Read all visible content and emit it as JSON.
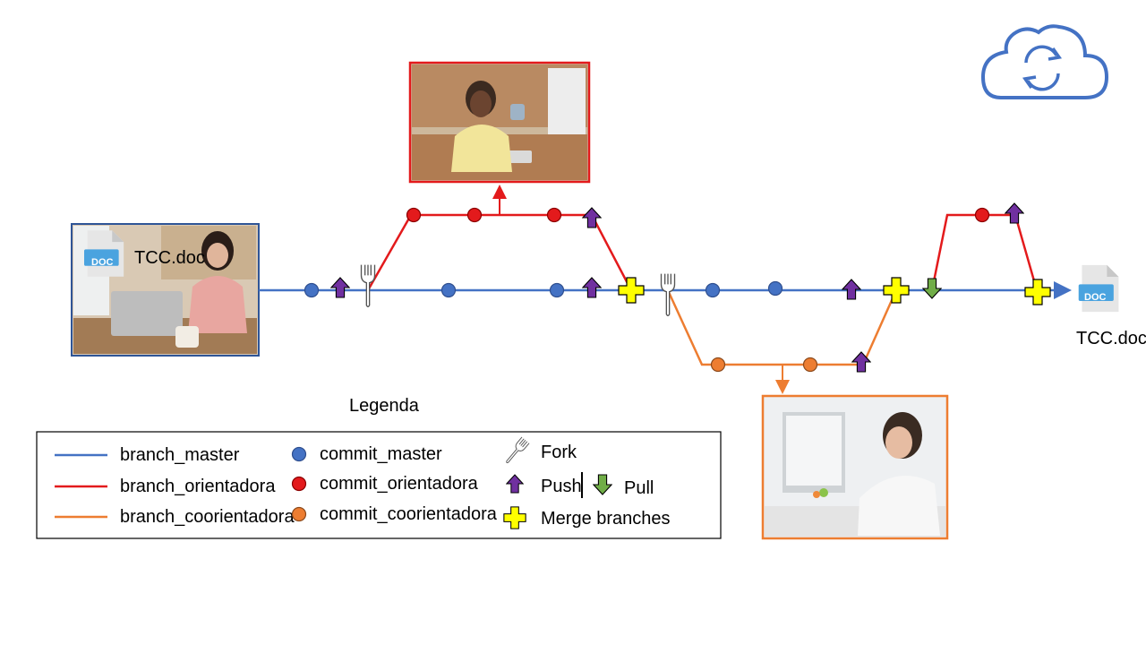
{
  "document": {
    "start_label": "TCC.doc",
    "end_label": "TCC.doc",
    "doc_badge": "DOC"
  },
  "legend": {
    "title": "Legenda",
    "branch_master": "branch_master",
    "branch_orientadora": "branch_orientadora",
    "branch_coorientadora": "branch_coorientadora",
    "commit_master": "commit_master",
    "commit_orientadora": "commit_orientadora",
    "commit_coorientadora": "commit_coorientadora",
    "fork": "Fork",
    "push": "Push",
    "pull": "Pull",
    "merge": "Merge branches"
  },
  "colors": {
    "master": "#4472c4",
    "orientadora": "#e31a1c",
    "coorientadora": "#ed7d31",
    "push_arrow": "#7030a0",
    "pull_arrow": "#70ad47",
    "merge_plus": "#ffff00",
    "cloud": "#4472c4"
  },
  "icons": {
    "cloud": "cloud-sync-icon",
    "fork": "fork-icon",
    "document": "doc-file-icon",
    "push": "push-arrow-icon",
    "pull": "pull-arrow-icon",
    "merge": "merge-plus-icon"
  }
}
